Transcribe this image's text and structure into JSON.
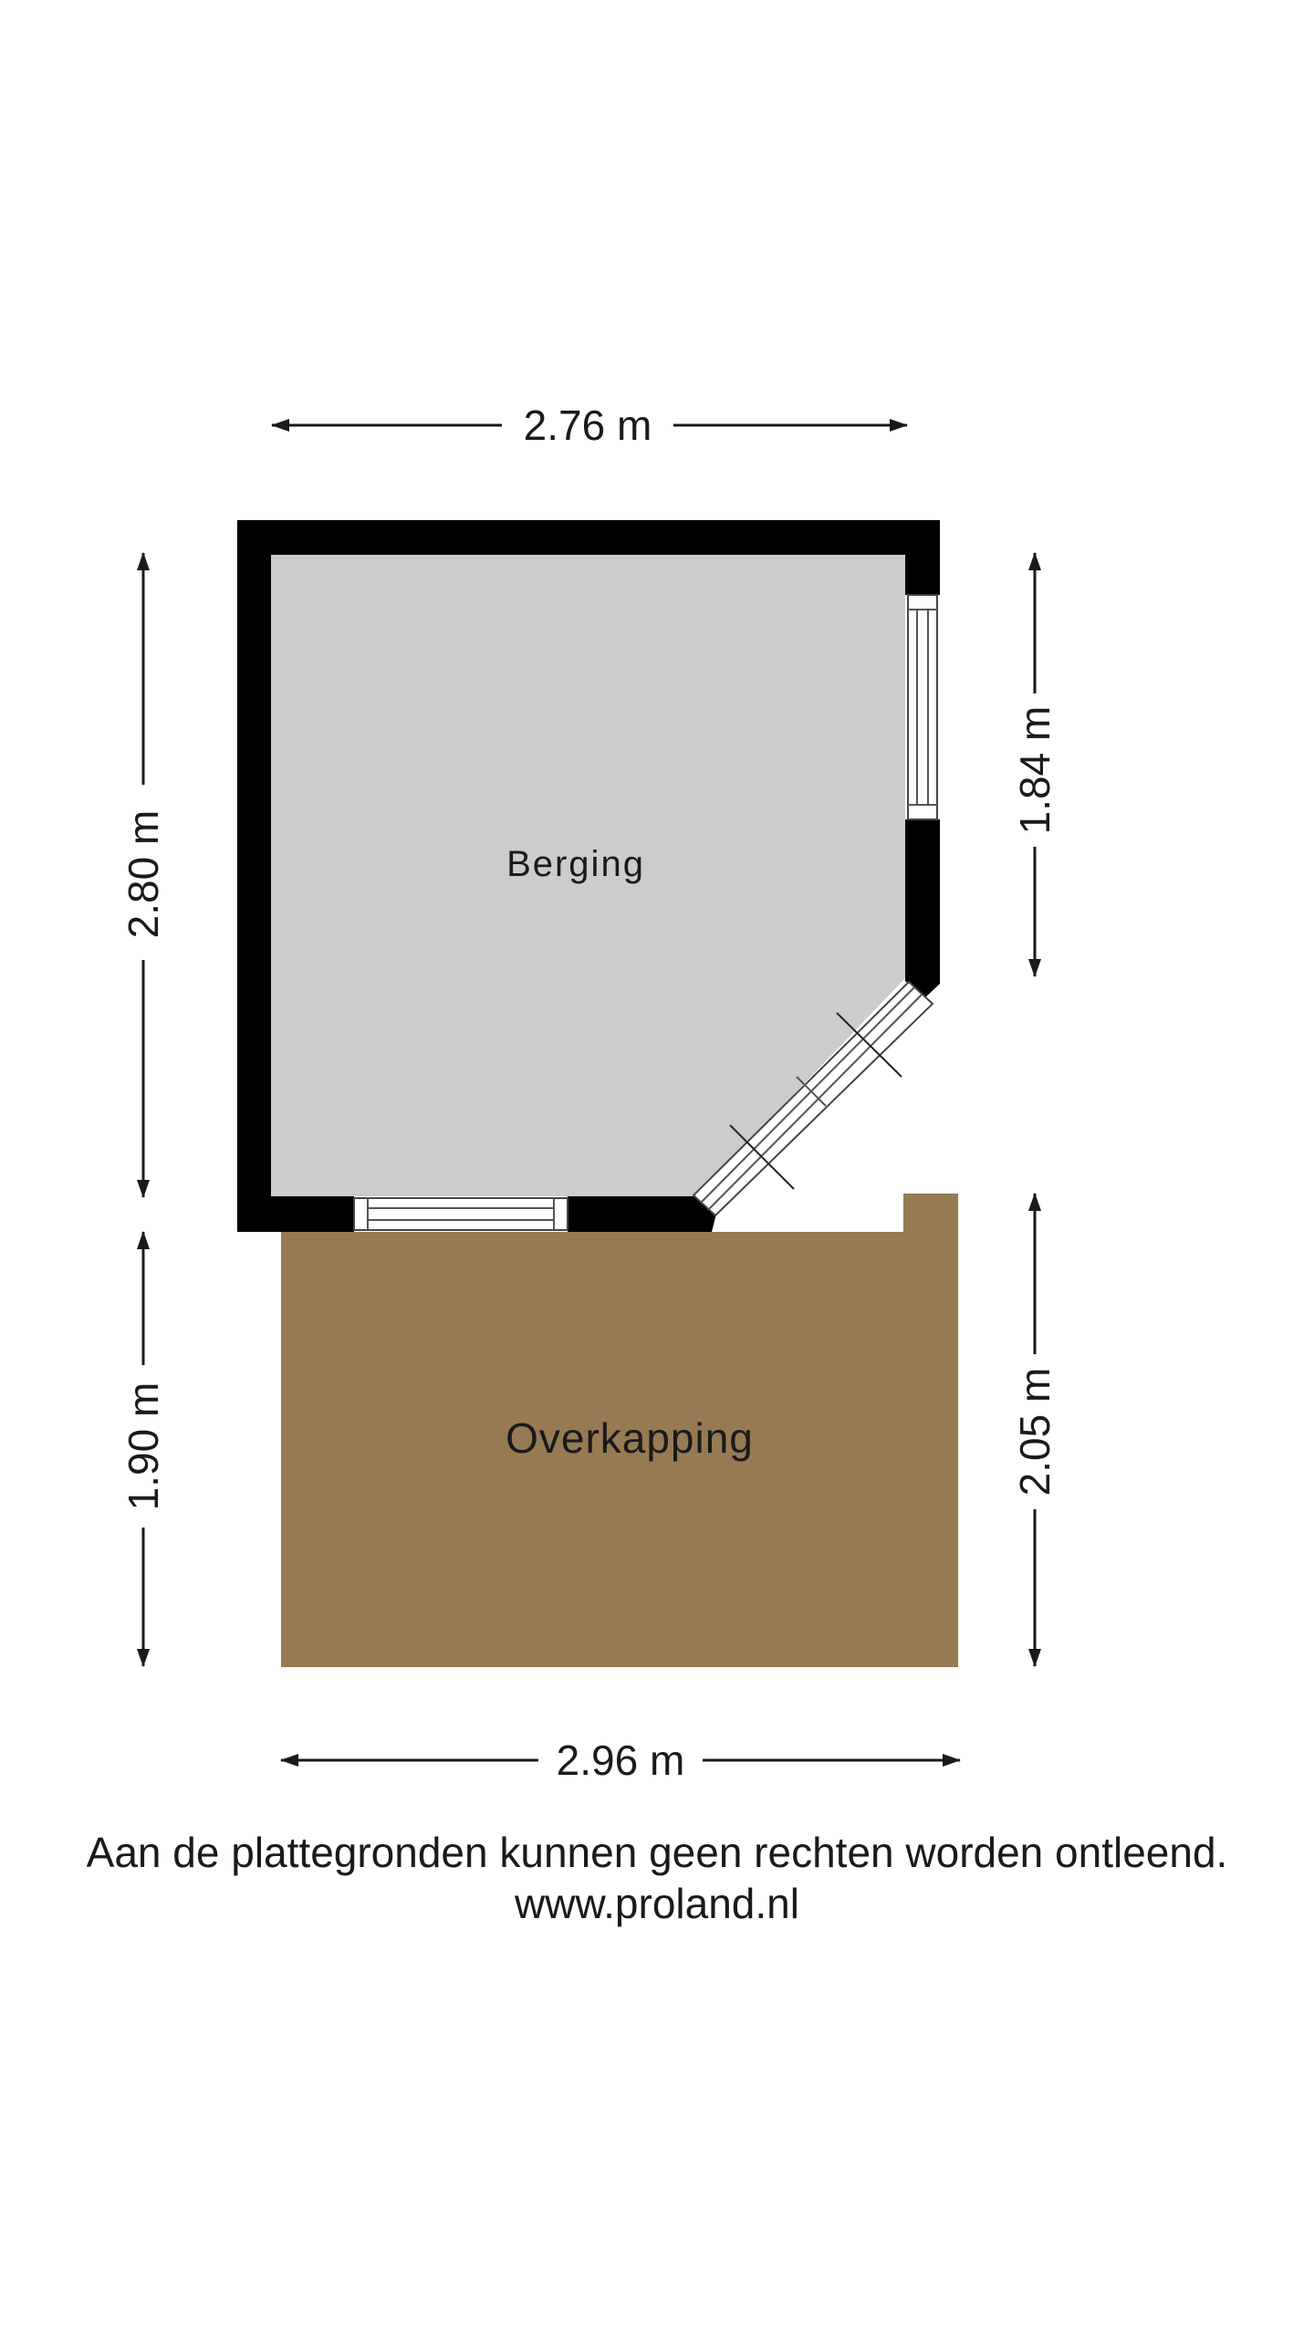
{
  "rooms": {
    "berging": {
      "label": "Berging",
      "fill": "#cccccc"
    },
    "overkapping": {
      "label": "Overkapping",
      "fill": "#967a53"
    }
  },
  "dimensions": {
    "top_width": "2.76 m",
    "bottom_width": "2.96 m",
    "left_upper": "2.80 m",
    "left_lower": "1.90 m",
    "right_upper": "1.84 m",
    "right_lower": "2.05 m"
  },
  "footer": {
    "disclaimer": "Aan de plattegronden kunnen geen rechten worden ontleend.",
    "website": "www.proland.nl"
  },
  "colors": {
    "wall": "#000000",
    "line": "#1a1a1a",
    "background": "#ffffff"
  }
}
